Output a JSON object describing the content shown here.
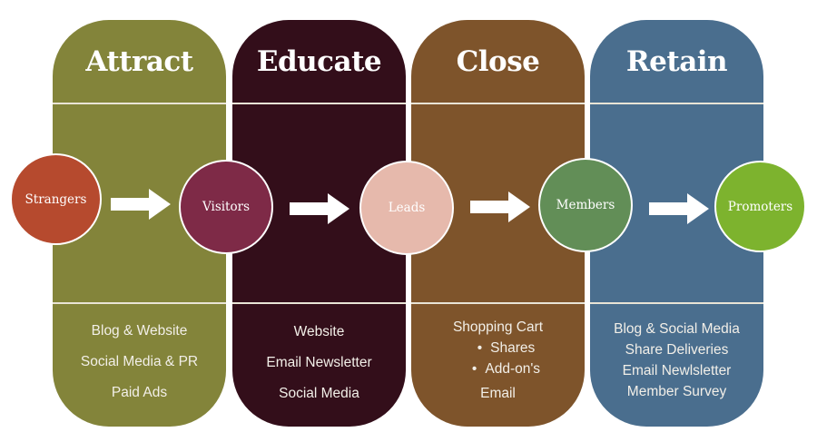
{
  "stages": [
    {
      "title": "Attract",
      "color": "#83843a",
      "items": [
        "Blog & Website",
        "Social Media & PR",
        "Paid Ads"
      ]
    },
    {
      "title": "Educate",
      "color": "#330e1a",
      "items": [
        "Website",
        "Email Newsletter",
        "Social Media"
      ]
    },
    {
      "title": "Close",
      "color": "#7e542b",
      "items": [
        "Shopping Cart",
        "Shares",
        "Add-on's",
        "Email"
      ]
    },
    {
      "title": "Retain",
      "color": "#4a6e8e",
      "items": [
        "Blog & Social Media",
        "Share Deliveries",
        "Email Newlsletter",
        "Member Survey"
      ]
    }
  ],
  "nodes": [
    {
      "label": "Strangers",
      "color": "#b64a2e"
    },
    {
      "label": "Visitors",
      "color": "#7e2a47"
    },
    {
      "label": "Leads",
      "color": "#e6b9ac"
    },
    {
      "label": "Members",
      "color": "#628e57"
    },
    {
      "label": "Promoters",
      "color": "#7db32e"
    }
  ],
  "arrow_icon": "right-arrow-icon"
}
